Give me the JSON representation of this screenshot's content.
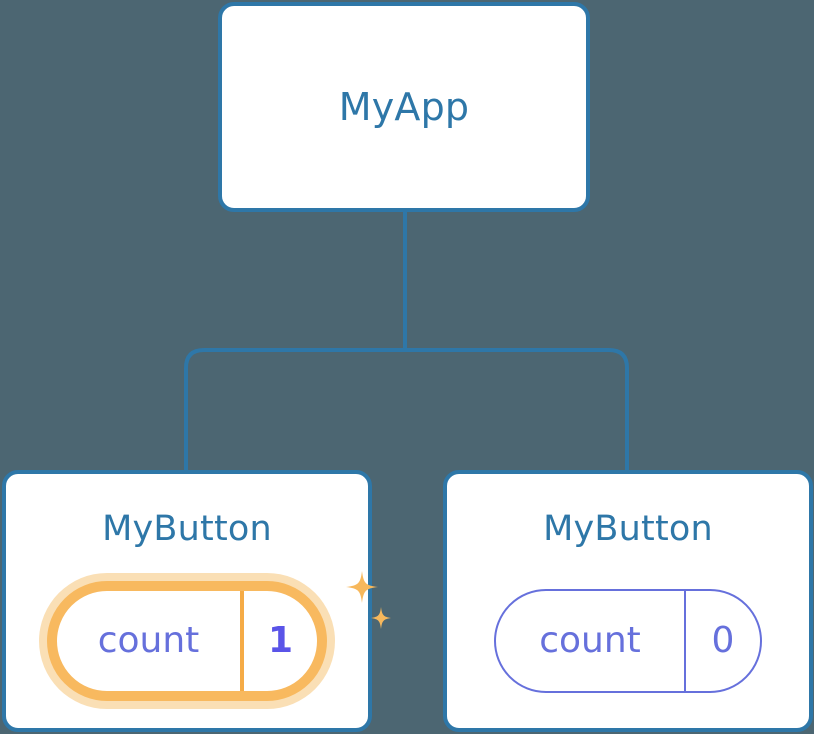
{
  "diagram": {
    "type": "component-tree",
    "background_color": "#4c6672",
    "edge_color": "#2e77a8",
    "nodes": [
      {
        "id": "root",
        "title": "MyApp",
        "has_state": false
      },
      {
        "id": "child-left",
        "title": "MyButton",
        "has_state": true,
        "highlighted": true,
        "state": {
          "key": "count",
          "value": "1"
        },
        "sparkle_color": "#f5b košt"
      },
      {
        "id": "child-right",
        "title": "MyButton",
        "has_state": true,
        "highlighted": false,
        "state": {
          "key": "count",
          "value": "0"
        }
      }
    ],
    "edges": [
      {
        "from": "root",
        "to": "child-left"
      },
      {
        "from": "root",
        "to": "child-right"
      }
    ]
  },
  "colors": {
    "background": "#4c6672",
    "card_border": "#2e77a8",
    "card_fill": "#ffffff",
    "title_text": "#2e77a8",
    "state_text": "#6670dc",
    "state_value_highlight": "#5a54e8",
    "highlight_ring": "#f8b95f",
    "highlight_halo": "#fadfb5",
    "highlight_divider": "#f5ab46",
    "sparkle": "#f7b85c"
  },
  "root": {
    "title": "MyApp"
  },
  "left": {
    "title": "MyButton",
    "state_key": "count",
    "state_value": "1"
  },
  "right": {
    "title": "MyButton",
    "state_key": "count",
    "state_value": "0"
  }
}
